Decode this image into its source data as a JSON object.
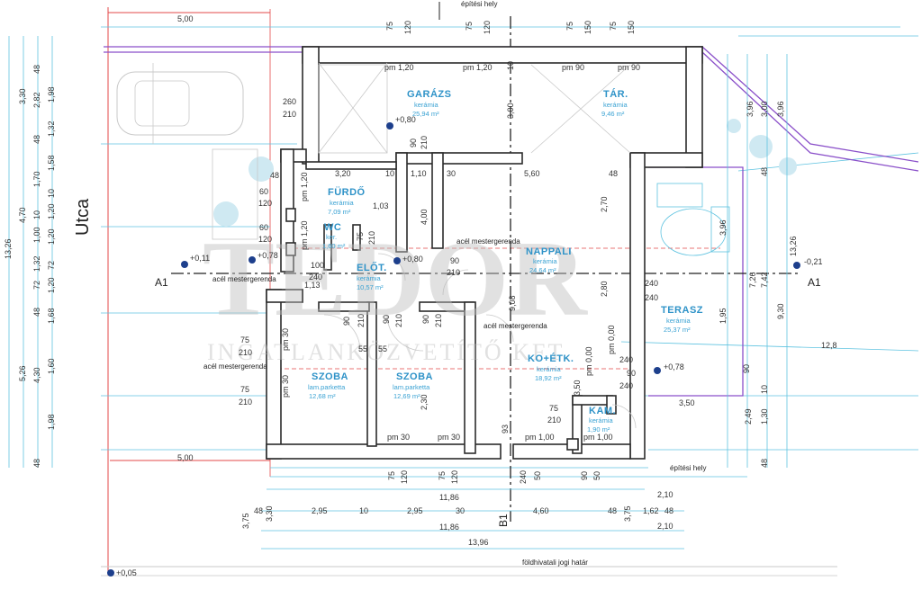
{
  "labels": {
    "site_top": "építési hely",
    "site_bottom": "építési hely",
    "land_border": "földhivatali jogi határ",
    "street": "Utca",
    "section_a_left": "A1",
    "section_a_right": "A1",
    "section_b": "B1",
    "beam1": "acél mestergerenda",
    "beam2": "acél mestergerenda",
    "beam3": "acél mestergerenda",
    "beam4": "acél mestergerenda"
  },
  "watermark": {
    "line1": "TEDOR",
    "line2": "INGATLANKÖZVETÍTŐ KFT."
  },
  "rooms": [
    {
      "id": "garazs",
      "name": "GARÁZS",
      "floor": "kerámia",
      "area": "25,94 m²"
    },
    {
      "id": "tar",
      "name": "TÁR.",
      "floor": "kerámia",
      "area": "9,46 m²"
    },
    {
      "id": "furdo",
      "name": "FÜRDŐ",
      "floor": "kerámia",
      "area": "7,09 m²"
    },
    {
      "id": "wc",
      "name": "WC",
      "floor": "ker.",
      "area": "1,60 m²"
    },
    {
      "id": "elot",
      "name": "ELŐT.",
      "floor": "kerámia",
      "area": "10,57 m²"
    },
    {
      "id": "nappali",
      "name": "NAPPALI",
      "floor": "kerámia",
      "area": "24,64 m²"
    },
    {
      "id": "terasz",
      "name": "TERASZ",
      "floor": "kerámia",
      "area": "25,37 m²"
    },
    {
      "id": "szoba1",
      "name": "SZOBA",
      "floor": "lam.parketta",
      "area": "12,68 m²"
    },
    {
      "id": "szoba2",
      "name": "SZOBA",
      "floor": "lam.parketta",
      "area": "12,69 m²"
    },
    {
      "id": "konyha",
      "name": "KO+ÉTK.",
      "floor": "kerámia",
      "area": "18,92 m²"
    },
    {
      "id": "kamra",
      "name": "KAM.",
      "floor": "kerámia",
      "area": "1,90 m²"
    }
  ],
  "levels": {
    "l1": "+0,80",
    "l2": "+0,11",
    "l3": "+0,78",
    "l4": "+0,80",
    "l5": "-0,21",
    "l6": "+0,78",
    "l7": "+0,05"
  },
  "dims": {
    "top_500": "5,00",
    "bot_500": "5,00",
    "t75a": "75",
    "t120a": "120",
    "t75b": "75",
    "t120b": "120",
    "t75c": "75",
    "t150": "150",
    "t75d": "75",
    "t150b": "150",
    "pm120a": "pm 1,20",
    "pm120b": "pm 1,20",
    "pm90a": "pm 90",
    "pm90b": "pm 90",
    "g260": "260",
    "g210": "210",
    "d300": "3,00",
    "d900a": "90",
    "d210a": "210",
    "d320": "3,20",
    "d10a": "10",
    "d110": "1,10",
    "d30a": "30",
    "d560": "5,60",
    "d48a": "48",
    "d48b": "48",
    "d60a": "60",
    "d120a": "120",
    "d60b": "60",
    "d120b": "120",
    "d103": "1,03",
    "d400": "4,00",
    "d270": "2,70",
    "d75w": "75",
    "d210w": "210",
    "pm120c": "pm 1,20",
    "pm120d": "pm 1,20",
    "d100": "100",
    "d240a": "240",
    "d113": "1,13",
    "d90b": "90",
    "d210b": "210",
    "d240b": "240",
    "d240c": "240",
    "d280": "2,80",
    "d908": "9,08",
    "d90c": "90",
    "d210c": "210",
    "d90d": "90",
    "d210d": "210",
    "d90e": "90",
    "d210e": "210",
    "s75a": "75",
    "s210a": "210",
    "pm30a": "pm 30",
    "d55a": "55",
    "d55b": "55",
    "s75b": "75",
    "s210b": "210",
    "pm30b": "pm 30",
    "d230": "2,30",
    "pm000a": "pm 0,00",
    "pm000b": "pm 0,00",
    "d240d": "240",
    "d90f": "90",
    "d240e": "240",
    "d350a": "3,50",
    "d350b": "3,50",
    "d75k": "75",
    "d210k": "210",
    "pm30c": "pm 30",
    "pm30d": "pm 30",
    "pm100a": "pm 1,00",
    "pm100b": "pm 1,00",
    "d93": "93",
    "b75a": "75",
    "b120": "120",
    "b75b": "75",
    "b120b": "120",
    "b240": "240",
    "b50a": "50",
    "b90": "90",
    "b50b": "50",
    "b1186a": "11,86",
    "b48a": "48",
    "b295a": "2,95",
    "b10": "10",
    "b295b": "2,95",
    "b30": "30",
    "b460": "4,60",
    "b48b": "48",
    "b162": "1,62",
    "b48c": "48",
    "b210a": "2,10",
    "b210b": "2,10",
    "b1186b": "11,86",
    "b1396": "13,96",
    "b375a": "3,75",
    "b330": "3,30",
    "b375b": "3,75",
    "r396a": "3,96",
    "r300": "3,00",
    "r396b": "3,96",
    "r396c": "3,96",
    "r726": "7,26",
    "r742": "7,42",
    "r195": "1,95",
    "r930": "9,30",
    "r1326": "13,26",
    "r90": "90",
    "r249": "2,49",
    "r130": "1,30",
    "r10": "10",
    "r48a": "48",
    "r48b": "48",
    "r128": "12,8",
    "l330": "3,30",
    "l48a": "48",
    "l282": "2,82",
    "l198a": "1,98",
    "l48b": "48",
    "l132a": "1,32",
    "l158": "1,58",
    "l10a": "10",
    "l170": "1,70",
    "l470": "4,70",
    "l120a": "1,20",
    "l10b": "10",
    "l100": "1,00",
    "l120b": "1,20",
    "l1326": "13,26",
    "l132b": "1,32",
    "l72a": "72",
    "l120c": "1,20",
    "l72b": "72",
    "l48c": "48",
    "l168": "1,68",
    "l526": "5,26",
    "l430": "4,30",
    "l160": "1,60",
    "l198b": "1,98",
    "l48d": "48"
  }
}
